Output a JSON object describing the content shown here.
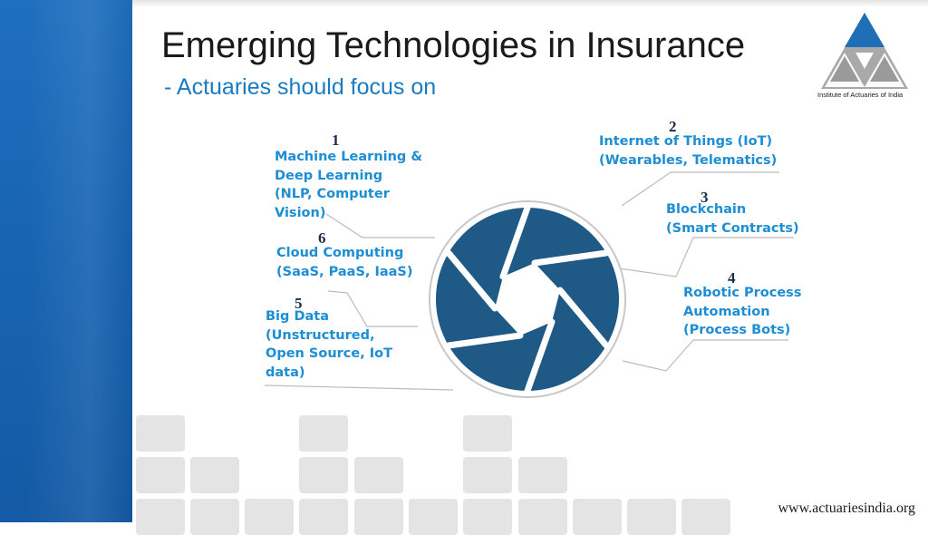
{
  "header": {
    "title": "Emerging Technologies in Insurance",
    "subtitle": "- Actuaries should focus on"
  },
  "logo": {
    "caption": "Institute of Actuaries of India"
  },
  "items": [
    {
      "number": "1",
      "lines": [
        "Machine Learning &",
        "Deep Learning",
        "(NLP, Computer",
        "Vision)"
      ]
    },
    {
      "number": "2",
      "lines": [
        "Internet of Things (IoT)",
        "(Wearables, Telematics)"
      ]
    },
    {
      "number": "3",
      "lines": [
        "Blockchain",
        "(Smart Contracts)"
      ]
    },
    {
      "number": "4",
      "lines": [
        "Robotic Process",
        "Automation",
        "(Process Bots)"
      ]
    },
    {
      "number": "5",
      "lines": [
        "Big Data",
        "(Unstructured,",
        "Open Source, IoT",
        "data)"
      ]
    },
    {
      "number": "6",
      "lines": [
        "Cloud Computing",
        "(SaaS, PaaS, IaaS)"
      ]
    }
  ],
  "footer": {
    "url": "www.actuariesindia.org"
  },
  "colors": {
    "band": "#1a6ab9",
    "aperture": "#1e5a85",
    "label": "#1d8ed3",
    "number": "#1a2e4a"
  }
}
